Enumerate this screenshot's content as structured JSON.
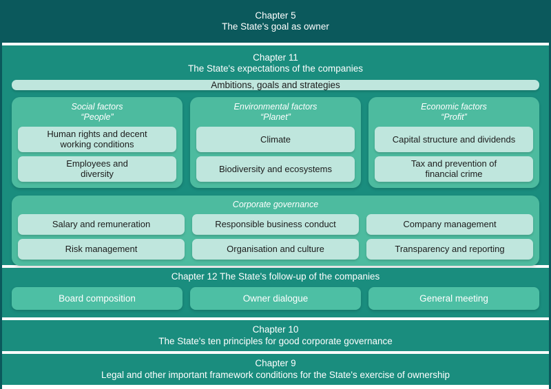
{
  "colors": {
    "dark_teal": "#0b595c",
    "mid_teal": "#1a8d7e",
    "panel_green": "#4dbb9f",
    "light_box": "#bfe6dd",
    "box_text": "#1b1b1b",
    "white": "#ffffff"
  },
  "chapter5": {
    "title": "Chapter 5",
    "subtitle": "The State's goal as owner"
  },
  "chapter11": {
    "title": "Chapter 11",
    "subtitle": "The State's expectations of the companies",
    "ambitions_box": "Ambitions, goals and strategies",
    "pillars": [
      {
        "heading": "Social factors",
        "subheading": "“People”",
        "items": [
          {
            "line1": "Human rights and decent",
            "line2": "working conditions"
          },
          {
            "line1": "Employees and",
            "line2": "diversity"
          }
        ]
      },
      {
        "heading": "Environmental factors",
        "subheading": "“Planet”",
        "items": [
          {
            "line1": "Climate",
            "line2": ""
          },
          {
            "line1": "Biodiversity and ecosystems",
            "line2": ""
          }
        ]
      },
      {
        "heading": "Economic factors",
        "subheading": "“Profit”",
        "items": [
          {
            "line1": "Capital structure and dividends",
            "line2": ""
          },
          {
            "line1": "Tax and prevention of",
            "line2": "financial crime"
          }
        ]
      }
    ],
    "governance": {
      "heading": "Corporate governance",
      "columns": [
        {
          "top": "Salary and remuneration",
          "bottom": "Risk management"
        },
        {
          "top": "Responsible business conduct",
          "bottom": "Organisation and culture"
        },
        {
          "top": "Company management",
          "bottom": "Transparency and reporting"
        }
      ]
    }
  },
  "chapter12": {
    "title": "Chapter 12 The State's follow-up of the companies",
    "boxes": [
      "Board composition",
      "Owner dialogue",
      "General meeting"
    ]
  },
  "chapter10": {
    "title": "Chapter 10",
    "subtitle": "The State's ten principles for good corporate governance"
  },
  "chapter9": {
    "title": "Chapter 9",
    "subtitle": "Legal and other important framework conditions for the State's exercise of ownership"
  }
}
